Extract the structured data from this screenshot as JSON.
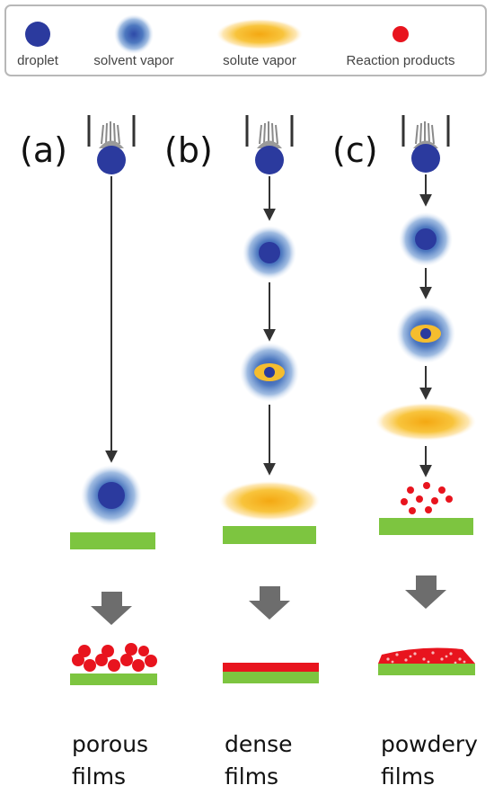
{
  "legend": {
    "droplet": "droplet",
    "solvent_vapor": "solvent vapor",
    "solute_vapor": "solute vapor",
    "reaction_products": "Reaction products"
  },
  "panels": [
    {
      "label": "(a)",
      "caption_line1": "porous",
      "caption_line2": "films"
    },
    {
      "label": "(b)",
      "caption_line1": "dense",
      "caption_line2": "films"
    },
    {
      "label": "(c)",
      "caption_line1": "powdery",
      "caption_line2": "films"
    }
  ],
  "colors": {
    "droplet": "#2b3a9e",
    "solvent_vapor": "#5b86c6",
    "solute_vapor": "#f6b81c",
    "reaction_products": "#e8141e",
    "substrate": "#7dc540",
    "process_arrow": "#6d6d6d"
  }
}
